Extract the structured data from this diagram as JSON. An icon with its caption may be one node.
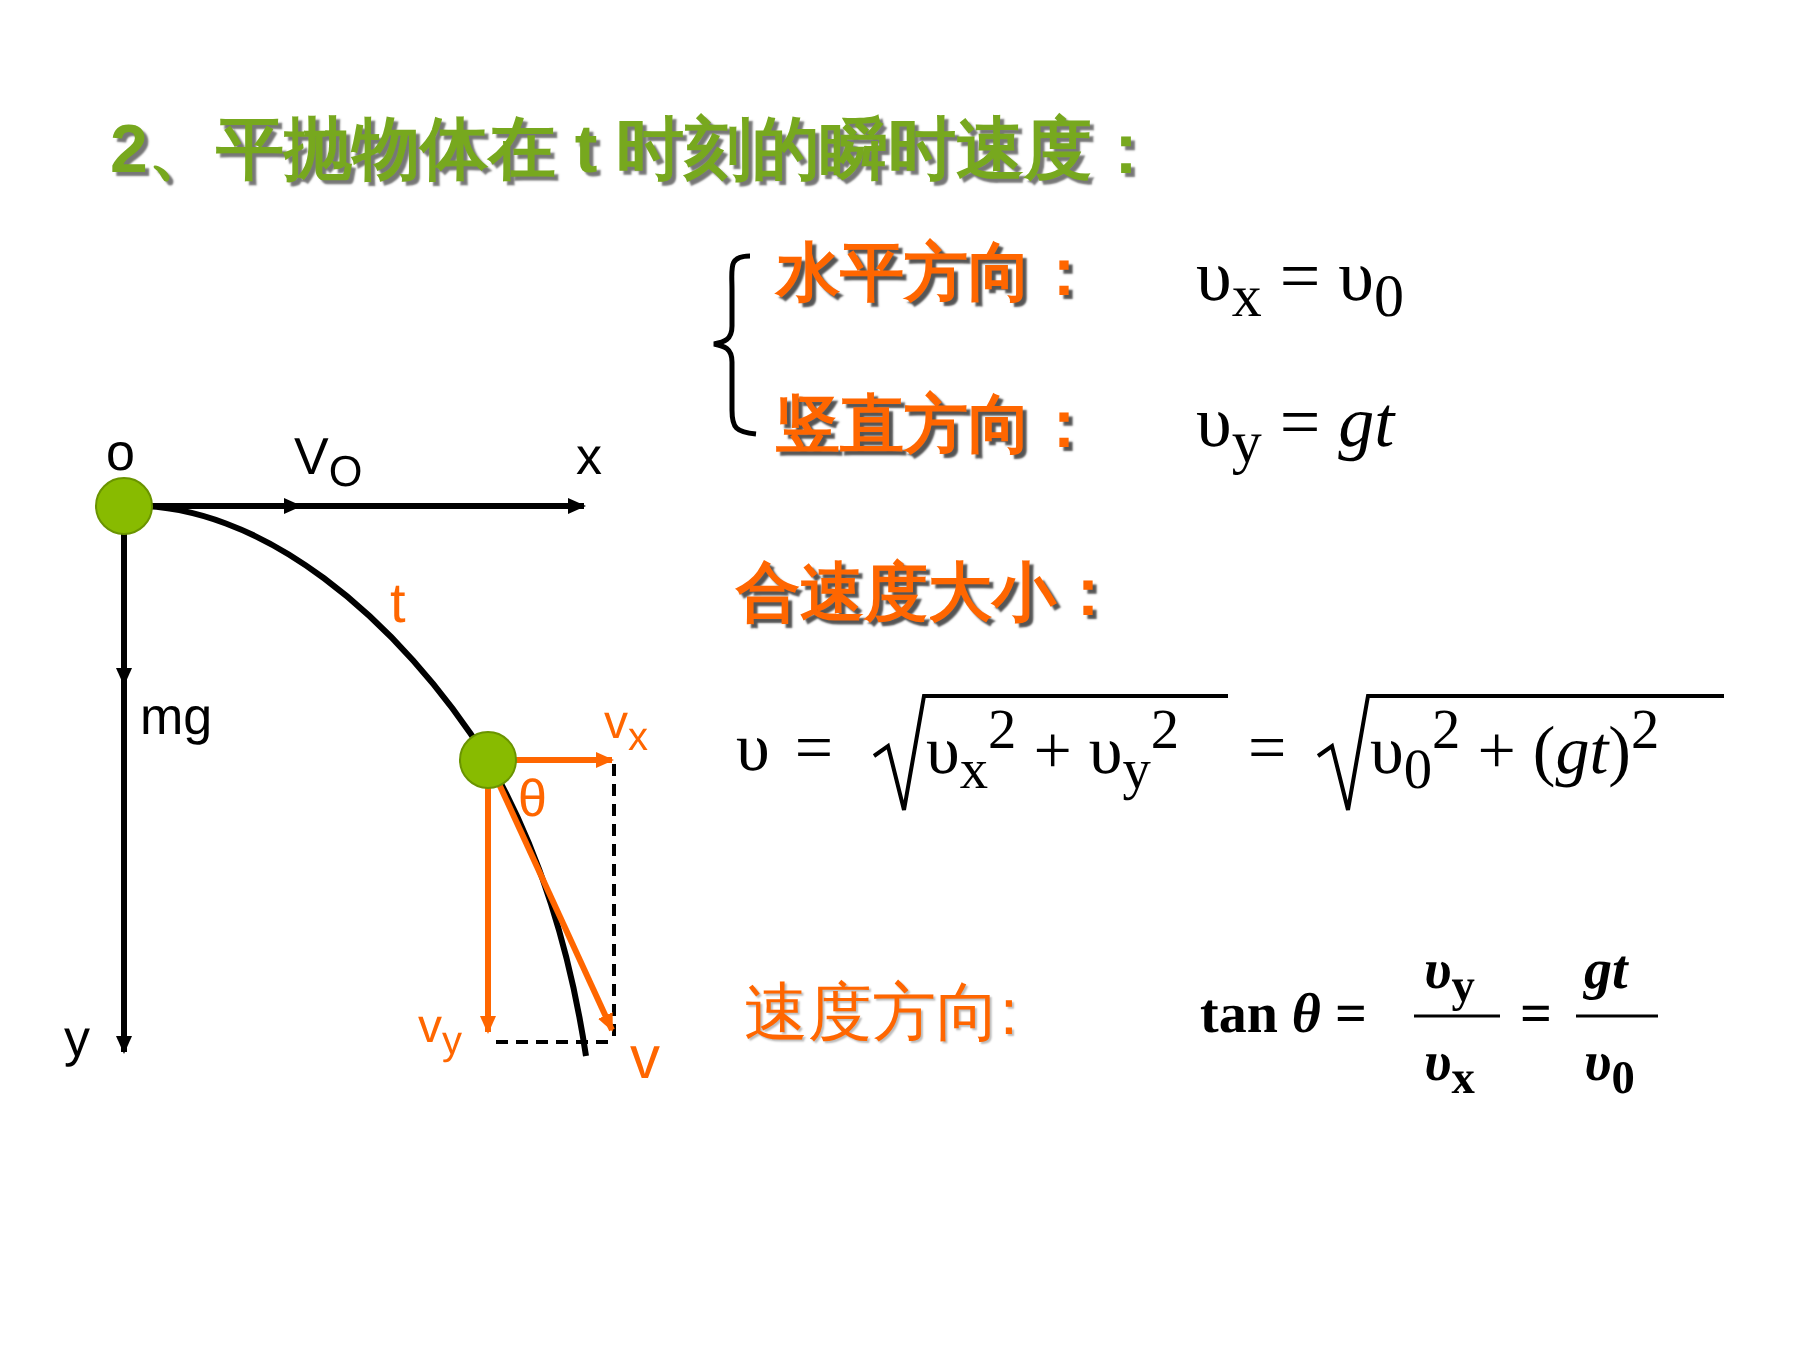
{
  "diagram": {
    "title": "2、平抛物体在 t 时刻的瞬时速度：",
    "labels": [
      "o",
      "V$_{O}$",
      "x",
      "t",
      "mg",
      "v$_{x}$",
      "θ",
      "y",
      "v$_{y}$",
      "v",
      "水平方向：",
      "υ$_{x}$ = υ$_{0}$",
      "竖直方向：",
      "υ$_{y}$ = *gt*",
      "合速度大小：",
      "υ =",
      "υ$_{x}$$^{2}$ + υ$_{y}$$^{2}$",
      "=",
      "υ$_{0}$$^{2}$ + (*gt*)$^{2}$",
      "速度方向:",
      "tan *θ* =",
      "*υ*$_{y}$",
      "*υ*$_{x}$",
      "=",
      "*gt*",
      "*υ*$_{0}$"
    ]
  }
}
